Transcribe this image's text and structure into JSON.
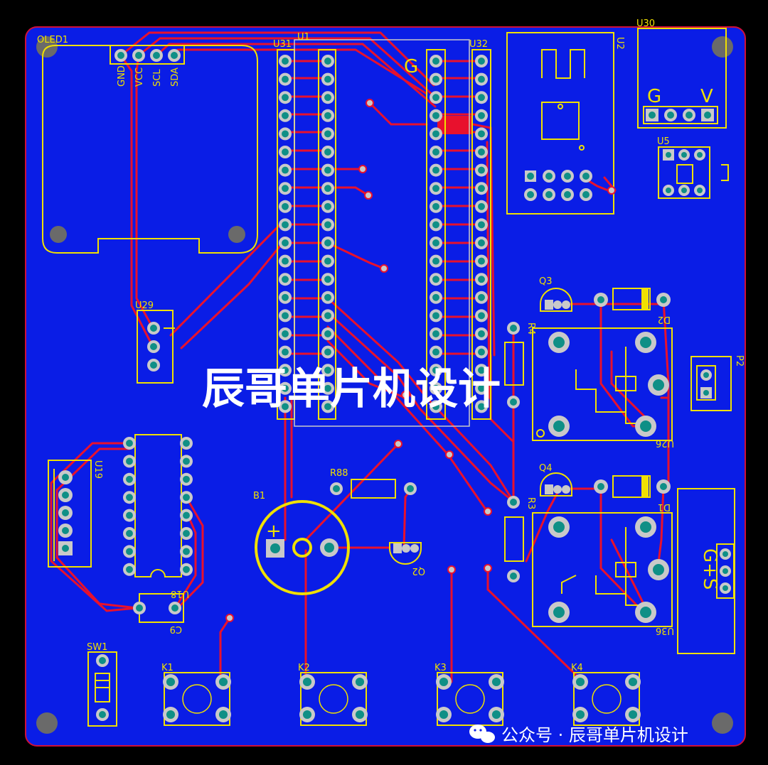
{
  "board": {
    "copper_color": "#0a1de6",
    "silk_color": "#f0e000",
    "trace_color": "#e8112d",
    "pad_color": "#0f8f86"
  },
  "labels": {
    "oled": "OLED1",
    "oled_pins": [
      "GND",
      "VCC",
      "SCL",
      "SDA"
    ],
    "u31": "U31",
    "u1": "U1",
    "u32": "U32",
    "u2": "U2",
    "u30": "U30",
    "u30_g": "G",
    "u30_v": "V",
    "u5": "U5",
    "u29": "U29",
    "q3": "Q3",
    "d2": "D2",
    "r4": "R4",
    "p2": "P2",
    "u26": "U26",
    "q4": "Q4",
    "d1": "D1",
    "r3": "R3",
    "u36": "U36",
    "u36_pins": "G+S",
    "u19": "U19",
    "u18": "U18",
    "c9": "C9",
    "r88": "R88",
    "b1": "B1",
    "b1_plus": "+",
    "q2": "Q2",
    "sw1": "SW1",
    "k1": "K1",
    "k2": "K2",
    "k3": "K3",
    "k4": "K4",
    "g_mark": "G"
  },
  "watermark": "辰哥单片机设计",
  "footer": "公众号 · 辰哥单片机设计"
}
